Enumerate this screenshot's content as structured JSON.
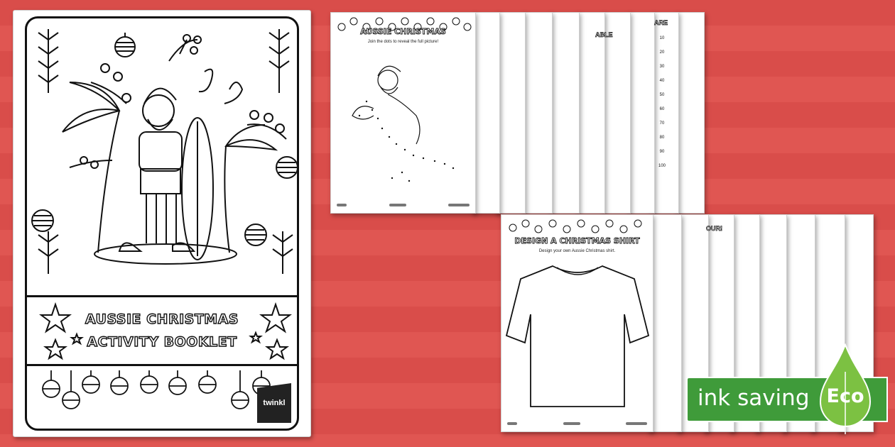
{
  "cover": {
    "title_line1": "AUSSIE CHRISTMAS",
    "title_line2": "ACTIVITY BOOKLET",
    "logo": "twinkl"
  },
  "pages_top": {
    "front_title": "AUSSIE CHRISTMAS",
    "front_subtitle": "Join the dots to reveal the full picture!",
    "peek_words": [
      "ABLE",
      "ARE"
    ],
    "number_column": [
      "10",
      "20",
      "30",
      "40",
      "50",
      "60",
      "70",
      "80",
      "90",
      "100"
    ]
  },
  "pages_bottom": {
    "front_title": "DESIGN A CHRISTMAS SHIRT",
    "front_subtitle": "Design your own Aussie Christmas shirt.",
    "peek_words": [
      "OUR!"
    ]
  },
  "badge": {
    "label": "ink saving",
    "eco": "Eco",
    "colors": {
      "green": "#3f9b3a",
      "leaf": "#7cc142"
    }
  },
  "colors": {
    "background": "#d94d4a",
    "outline": "#111111"
  },
  "icons": [
    "santa-surfboard-illustration",
    "bauble-icon",
    "star-icon",
    "kangaroo-dot-to-dot-illustration",
    "t-shirt-outline",
    "leaf-drop-icon"
  ]
}
